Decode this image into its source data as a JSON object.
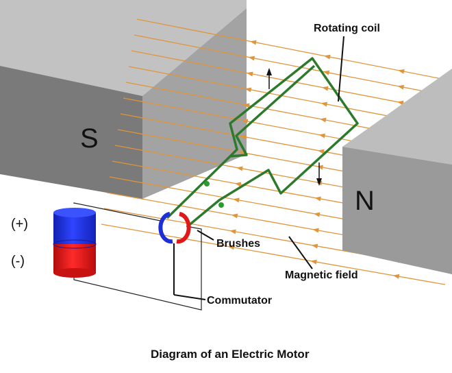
{
  "magnets": {
    "south_label": "S",
    "north_label": "N"
  },
  "battery": {
    "positive_label": "(+)",
    "negative_label": "(-)"
  },
  "labels": {
    "rotating_coil": "Rotating coil",
    "brushes": "Brushes",
    "magnetic_field": "Magnetic field",
    "commutator": "Commutator"
  },
  "caption": "Diagram of an Electric Motor",
  "colors": {
    "magnet_front": "#7a7a7a",
    "magnet_top": "#bdbdbd",
    "magnet_side": "#9c9c9c",
    "field_line": "#e0953a",
    "coil": "#2d7a2d",
    "battery_positive": "#1f2fd6",
    "battery_negative": "#e01818",
    "commutator_left": "#1f2fd6",
    "commutator_right": "#e01818"
  }
}
